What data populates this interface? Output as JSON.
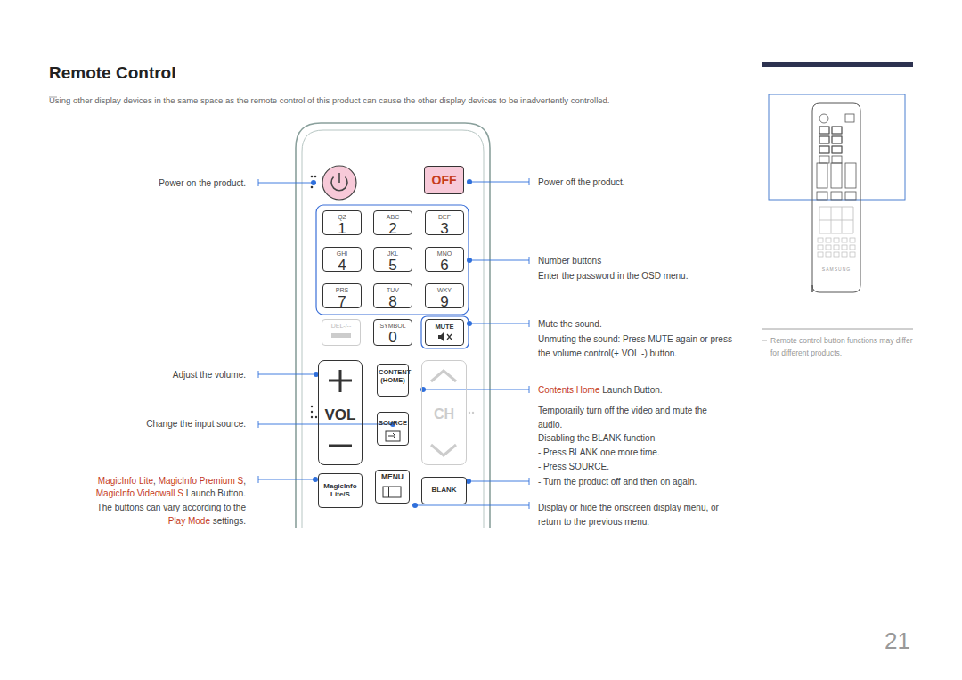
{
  "diagram": {
    "title": "Remote Control",
    "nodes": [
      {
        "text": [
          "OFF"
        ]
      },
      {
        "text": [
          "QZ",
          "1"
        ]
      },
      {
        "text": [
          "ABC",
          "2"
        ]
      },
      {
        "text": [
          "DEF",
          "3"
        ]
      },
      {
        "text": [
          "GHI",
          "4"
        ]
      },
      {
        "text": [
          "JKL",
          "5"
        ]
      },
      {
        "text": [
          "MNO",
          "6"
        ]
      },
      {
        "text": [
          "PRS",
          "7"
        ]
      },
      {
        "text": [
          "TUV",
          "8"
        ]
      },
      {
        "text": [
          "WXY",
          "9"
        ]
      },
      {
        "text": [
          "DEL-/--"
        ]
      },
      {
        "text": [
          "SYMBOL",
          "0"
        ]
      },
      {
        "text": [
          "MUTE"
        ]
      },
      {
        "text": [
          "VOL"
        ]
      },
      {
        "text": [
          "CONTENT (HOME)"
        ]
      },
      {
        "text": [
          "SOURCE"
        ]
      },
      {
        "text": [
          "CH"
        ]
      },
      {
        "text": [
          "MagicInfo Lite/S"
        ]
      },
      {
        "text": [
          "MENU"
        ]
      },
      {
        "text": [
          "BLANK"
        ]
      }
    ],
    "labels": [
      "Using other display devices in the same space as the remote control of this product can cause the other display devices to be inadvertently controlled.",
      "Power on the product.",
      "Adjust the volume.",
      "Change the input source.",
      "MagicInfo Lite",
      ",",
      "MagicInfo Premium S",
      ",",
      "MagicInfo Videowall S",
      "Launch Button.",
      "The buttons can vary according to the",
      "Play Mode",
      "settings.",
      "Power off the product.",
      "Number buttons",
      "Enter the password in the OSD menu.",
      "Mute the sound.",
      "Unmuting the sound: Press MUTE again or press the volume control(+ VOL -) button.",
      "Contents Home",
      "Launch Button.",
      "Temporarily turn off the video and mute the audio.",
      "Disabling the BLANK function",
      "- Press BLANK one more time.",
      "- Press SOURCE.",
      "- Turn the product off and then on again.",
      "Display or hide the onscreen display menu, or return to the previous menu.",
      "Remote control button functions may differ for different products.",
      "SAMSUNG",
      "21"
    ]
  }
}
